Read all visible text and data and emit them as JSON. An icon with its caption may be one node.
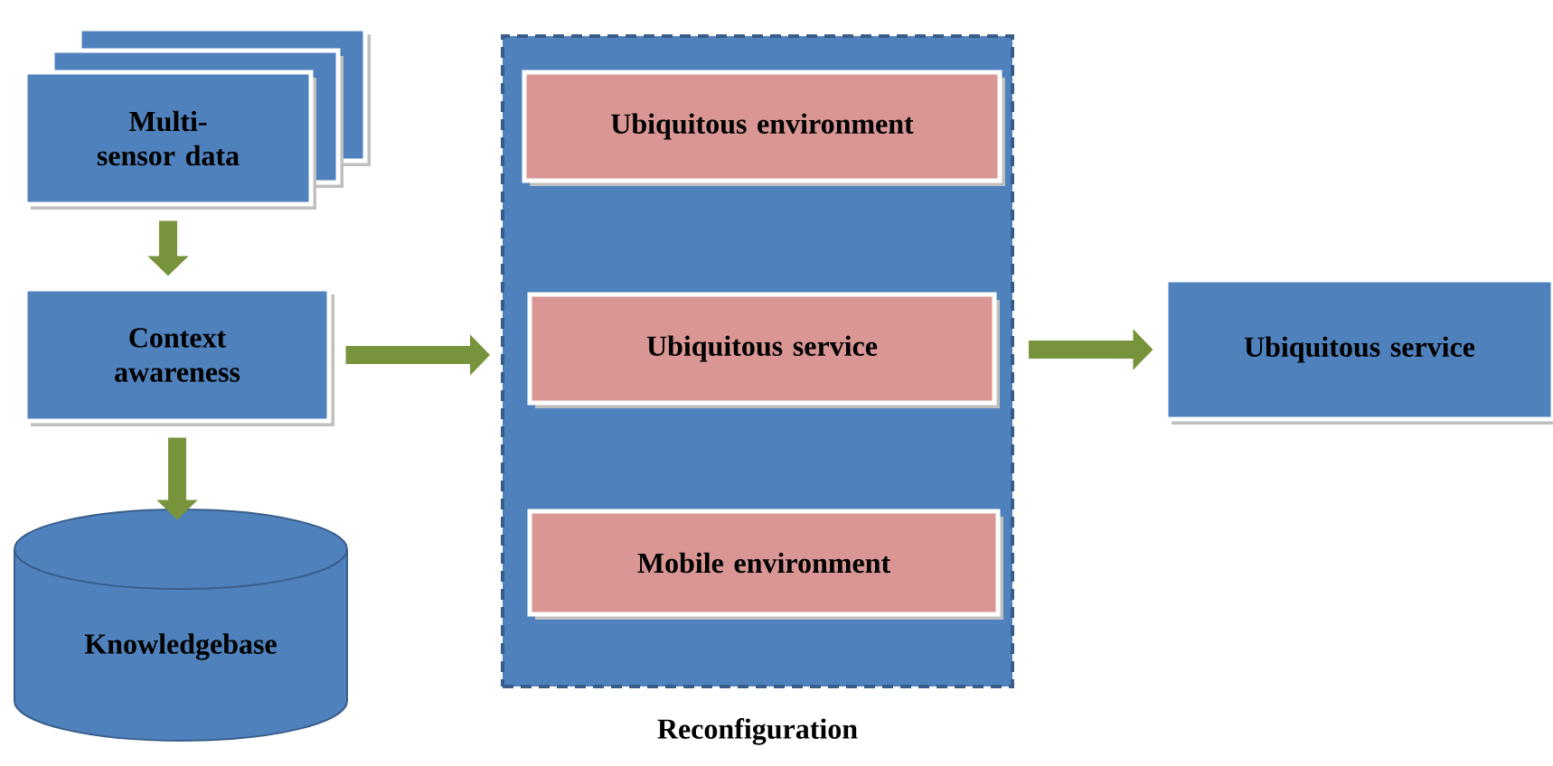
{
  "diagram": {
    "nodes": [
      {
        "text": [
          "Multi-sensor data"
        ]
      },
      {
        "text": [
          "Context awareness"
        ]
      },
      {
        "text": [
          "Knowledgebase"
        ]
      },
      {
        "text": [
          "Reconfiguration"
        ]
      },
      {
        "text": [
          "Ubiquitous environment"
        ],
        "in": 3
      },
      {
        "text": [
          "Ubiquitous service"
        ],
        "in": 3
      },
      {
        "text": [
          "Mobile environment"
        ],
        "in": 3
      },
      {
        "text": [
          "Ubiquitous service"
        ]
      }
    ],
    "edges": [
      {
        "from": 0,
        "to": 1,
        "arrow": "to"
      },
      {
        "from": 1,
        "to": 2,
        "arrow": "to"
      },
      {
        "from": 1,
        "to": 3,
        "arrow": "to"
      },
      {
        "from": 3,
        "to": 7,
        "arrow": "to"
      }
    ]
  }
}
